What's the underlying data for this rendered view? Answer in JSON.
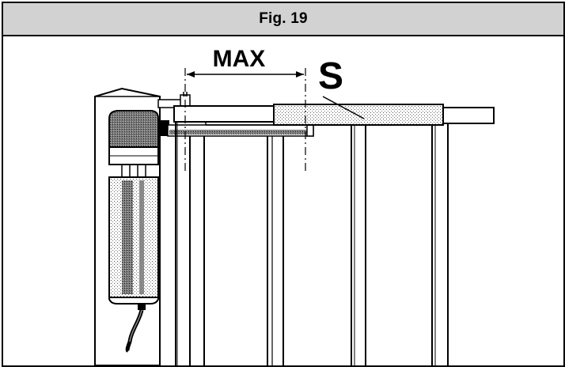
{
  "figure": {
    "title": "Fig. 19"
  },
  "labels": {
    "max": "MAX",
    "s": "S"
  },
  "colors": {
    "header_bg": "#d2d2d2",
    "ink": "#000000",
    "paper": "#ffffff",
    "stipple": "#cfcfcf"
  }
}
